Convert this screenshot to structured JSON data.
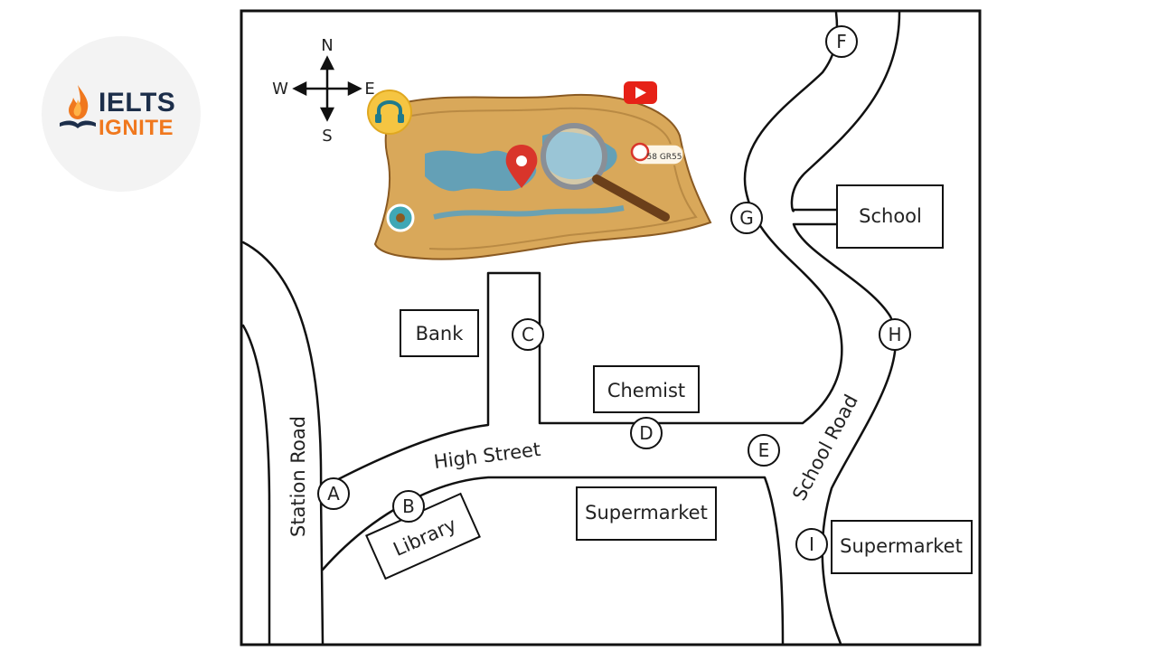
{
  "logo": {
    "line1": "IELTS",
    "line2": "IGNITE"
  },
  "compass": {
    "north": "N",
    "south": "S",
    "east": "E",
    "west": "W"
  },
  "roads": {
    "station": "Station Road",
    "high": "High Street",
    "school": "School Road"
  },
  "buildings": {
    "bank": "Bank",
    "chemist": "Chemist",
    "school": "School",
    "library": "Library",
    "supermarket_central": "Supermarket",
    "supermarket_east": "Supermarket"
  },
  "points": [
    "A",
    "B",
    "C",
    "D",
    "E",
    "F",
    "G",
    "H",
    "I"
  ],
  "illustration": {
    "tag_text": "58 GR55"
  },
  "colors": {
    "line": "#111111",
    "map_paper": "#d9a85a",
    "water": "#4f9fc7",
    "logo_navy": "#1c2e4a",
    "logo_orange": "#f0781e",
    "pin_red": "#d9352b",
    "youtube_red": "#e62117"
  }
}
